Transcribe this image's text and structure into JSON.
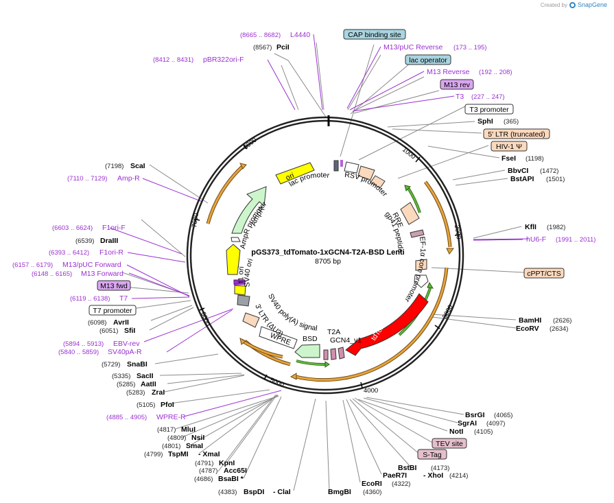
{
  "branding": {
    "created_by": "Created by",
    "app": "SnapGene"
  },
  "plasmid": {
    "name": "pGS373_tdTomato-1xGCN4-T2A-BSD Lenti",
    "length_label": "8705 bp",
    "length": 8705
  },
  "tick_labels": [
    "1000",
    "2000",
    "3000",
    "4000",
    "5000",
    "6000",
    "7000",
    "8000"
  ],
  "enzymes": [
    {
      "name": "PciI",
      "pos": "(8567)"
    },
    {
      "name": "SphI",
      "pos": "(365)"
    },
    {
      "name": "FseI",
      "pos": "(1198)"
    },
    {
      "name": "BbvCI",
      "pos": "(1472)"
    },
    {
      "name": "BstAPI",
      "pos": "(1501)"
    },
    {
      "name": "KflI",
      "pos": "(1982)"
    },
    {
      "name": "BamHI",
      "pos": "(2626)"
    },
    {
      "name": "EcoRV",
      "pos": "(2634)"
    },
    {
      "name": "BsrGI",
      "pos": "(4065)"
    },
    {
      "name": "SgrAI",
      "pos": "(4097)"
    },
    {
      "name": "NotI",
      "pos": "(4105)"
    },
    {
      "name": "BstBI",
      "pos": "(4173)"
    },
    {
      "name": "PaeR7I",
      "pos": "(4214)",
      "extra": "- XhoI"
    },
    {
      "name": "EcoRI",
      "pos": "(4322)"
    },
    {
      "name": "BmgBI",
      "pos": "(4360)"
    },
    {
      "name": "BspDI",
      "pos": "(4383)",
      "extra": "- ClaI"
    },
    {
      "name": "BsaBI *",
      "pos": "(4686)"
    },
    {
      "name": "Acc65I",
      "pos": "(4787)"
    },
    {
      "name": "KpnI",
      "pos": "(4791)"
    },
    {
      "name": "TspMI",
      "pos": "(4799)",
      "extra": "- XmaI"
    },
    {
      "name": "SmaI",
      "pos": "(4801)"
    },
    {
      "name": "NsiI",
      "pos": "(4809)"
    },
    {
      "name": "MluI",
      "pos": "(4817)"
    },
    {
      "name": "PfoI",
      "pos": "(5105)"
    },
    {
      "name": "ZraI",
      "pos": "(5283)"
    },
    {
      "name": "AatII",
      "pos": "(5285)"
    },
    {
      "name": "SacII",
      "pos": "(5335)"
    },
    {
      "name": "SnaBI",
      "pos": "(5729)"
    },
    {
      "name": "SfiI",
      "pos": "(6051)"
    },
    {
      "name": "AvrII",
      "pos": "(6098)"
    },
    {
      "name": "DraIII",
      "pos": "(6539)"
    },
    {
      "name": "ScaI",
      "pos": "(7198)"
    }
  ],
  "primers": [
    {
      "name": "L4440",
      "pos": "(8665 .. 8682)"
    },
    {
      "name": "pBR322ori-F",
      "pos": "(8412 .. 8431)"
    },
    {
      "name": "M13/pUC Reverse",
      "pos": "(173 .. 195)"
    },
    {
      "name": "M13 Reverse",
      "pos": "(192 .. 208)"
    },
    {
      "name": "T3",
      "pos": "(227 .. 247)"
    },
    {
      "name": "hU6-F",
      "pos": "(1991 .. 2011)"
    },
    {
      "name": "WPRE-R",
      "pos": "(4885 .. 4905)"
    },
    {
      "name": "SV40pA-R",
      "pos": "(5840 .. 5859)"
    },
    {
      "name": "EBV-rev",
      "pos": "(5894 .. 5913)"
    },
    {
      "name": "T7",
      "pos": "(6119 .. 6138)"
    },
    {
      "name": "M13 Forward",
      "pos": "(6148 .. 6165)"
    },
    {
      "name": "M13/pUC Forward",
      "pos": "(6157 .. 6179)"
    },
    {
      "name": "F1ori-R",
      "pos": "(6393 .. 6412)"
    },
    {
      "name": "F1ori-F",
      "pos": "(6603 .. 6624)"
    },
    {
      "name": "Amp-R",
      "pos": "(7110 .. 7129)"
    }
  ],
  "boxed_labels": [
    {
      "name": "CAP binding site",
      "color": "#a9d4e0"
    },
    {
      "name": "lac operator",
      "color": "#a9d4e0"
    },
    {
      "name": "M13 rev",
      "color": "#d9a6f0"
    },
    {
      "name": "T3 promoter",
      "color": "#ffffff"
    },
    {
      "name": "5' LTR (truncated)",
      "color": "#fbd9bd"
    },
    {
      "name": "HIV-1 Ψ",
      "color": "#fbd9bd"
    },
    {
      "name": "cPPT/CTS",
      "color": "#fbd9bd"
    },
    {
      "name": "TEV site",
      "color": "#e5bfcb"
    },
    {
      "name": "S-Tag",
      "color": "#e5bfcb"
    },
    {
      "name": "M13 fwd",
      "color": "#d9a6f0"
    },
    {
      "name": "T7 promoter",
      "color": "#ffffff"
    }
  ],
  "inner_labels": {
    "ori": "ori",
    "lac_promoter": "lac promoter",
    "rsv_promoter": "RSV promoter",
    "rre": "RRE",
    "gp41": "gp41 peptide",
    "ef1a": "EF-1α core promoter",
    "tdtomato": "tdTomato",
    "gcn4": "GCN4_v1",
    "t2a": "T2A",
    "bsd": "BSD",
    "wpre": "WPRE",
    "ltr3": "3' LTR (ΔU3)",
    "sv40polya": "SV40 poly(A) signal",
    "sv40ori": "SV40 ori",
    "f1ori": "f1 ori",
    "ampr_promoter": "AmpR promoter",
    "ampr": "AmpR"
  },
  "colors": {
    "ori": "#ffff00",
    "ampr": "#ccf5cc",
    "ltr": "#fbd9bd",
    "tdtomato": "#ff0000",
    "bsd": "#ccf5cc",
    "tag": "#d18fae",
    "orf_arrow": "#e8a33a",
    "orf_line": "#5fb83a",
    "primer": "#9a2fd0",
    "misc_feature": "#ffffff"
  }
}
